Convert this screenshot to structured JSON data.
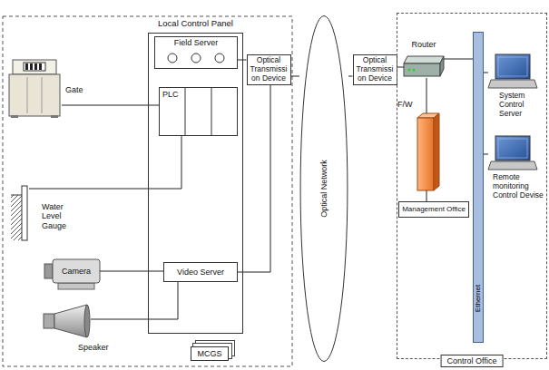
{
  "diagram": {
    "nodes": [
      {
        "text": [
          "Local Control Panel"
        ]
      },
      {
        "text": [
          "Field Server"
        ],
        "in": 0
      },
      {
        "text": [
          "PLC"
        ],
        "in": 0
      },
      {
        "text": [
          "Video Server"
        ],
        "in": 0
      },
      {
        "text": [
          "Optical Transmissi on Device"
        ]
      },
      {
        "text": [
          "Gate"
        ]
      },
      {
        "text": [
          "Water Level Gauge"
        ]
      },
      {
        "text": [
          "Camera"
        ]
      },
      {
        "text": [
          "Speaker"
        ]
      },
      {
        "text": [
          "MCGS"
        ]
      },
      {
        "text": [
          "Optical Network"
        ]
      },
      {
        "text": [
          "Optical Transmissi on Device"
        ]
      },
      {
        "text": [
          "Control Office"
        ]
      },
      {
        "text": [
          "Router"
        ],
        "in": 12
      },
      {
        "text": [
          "F/W"
        ],
        "in": 12
      },
      {
        "text": [
          "Management Office"
        ],
        "in": 12
      },
      {
        "text": [
          "Ethernet"
        ],
        "in": 12
      },
      {
        "text": [
          "System Control Server"
        ],
        "in": 12
      },
      {
        "text": [
          "Remote monitoring Control Devise"
        ],
        "in": 12
      }
    ],
    "edges": [
      {
        "from": 5,
        "to": 2,
        "arrow": "none"
      },
      {
        "from": 6,
        "to": 2,
        "arrow": "none"
      },
      {
        "from": 7,
        "to": 3,
        "arrow": "none"
      },
      {
        "from": 8,
        "to": 3,
        "arrow": "none"
      },
      {
        "from": 1,
        "to": 4,
        "arrow": "none"
      },
      {
        "from": 3,
        "to": 4,
        "arrow": "none"
      },
      {
        "from": 4,
        "to": 10,
        "arrow": "none"
      },
      {
        "from": 10,
        "to": 11,
        "arrow": "none"
      },
      {
        "from": 11,
        "to": 13,
        "arrow": "none"
      },
      {
        "from": 13,
        "to": 16,
        "arrow": "none"
      },
      {
        "from": 13,
        "to": 14,
        "arrow": "none"
      },
      {
        "from": 14,
        "to": 15,
        "arrow": "none"
      },
      {
        "from": 16,
        "to": 17,
        "arrow": "none"
      },
      {
        "from": 16,
        "to": 18,
        "arrow": "none"
      }
    ]
  }
}
